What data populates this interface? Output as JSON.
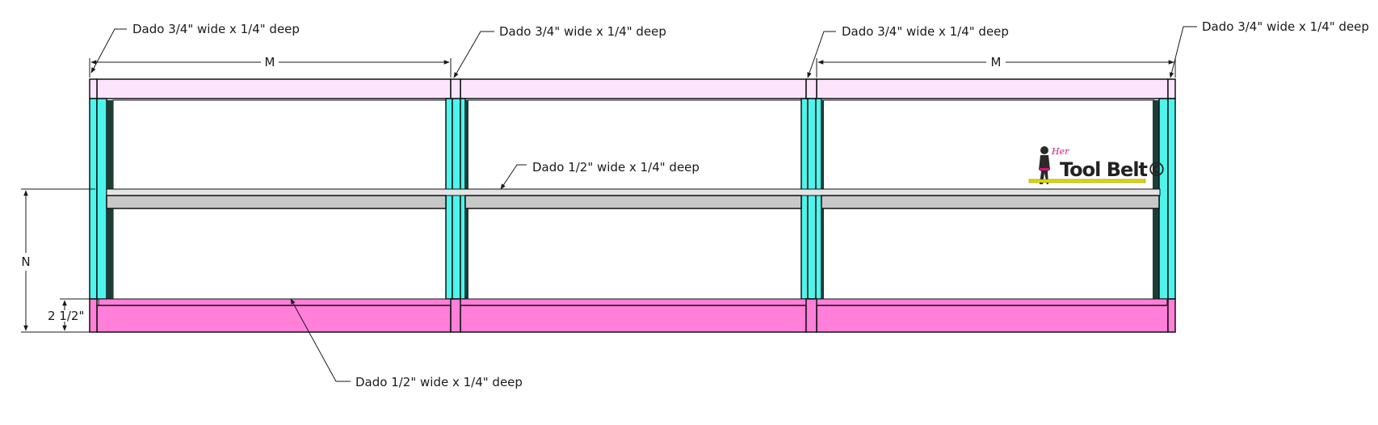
{
  "annotations": {
    "dado_top_1": "Dado 3/4\" wide x 1/4\" deep",
    "dado_top_2": "Dado 3/4\" wide x 1/4\" deep",
    "dado_top_3": "Dado 3/4\" wide x 1/4\" deep",
    "dado_top_4": "Dado 3/4\" wide x 1/4\" deep",
    "dado_shelf": "Dado 1/2\" wide x 1/4\" deep",
    "dado_bottom": "Dado 1/2\" wide x 1/4\" deep"
  },
  "dimensions": {
    "m_left": "M",
    "m_right": "M",
    "n": "N",
    "base_height": "2 1/2\""
  },
  "logo": {
    "text": "Tool Belt©",
    "script_text": "Her"
  },
  "colors": {
    "top_panel": "#fde4fd",
    "bottom_panel": "#ff7fd9",
    "side_panel": "#4df5ec",
    "side_dark": "#1c3d36",
    "shelf": "#c8c8c8",
    "shelf_top": "#e4e4e4",
    "outline": "#111111",
    "logo_yellow": "#e0d900"
  }
}
